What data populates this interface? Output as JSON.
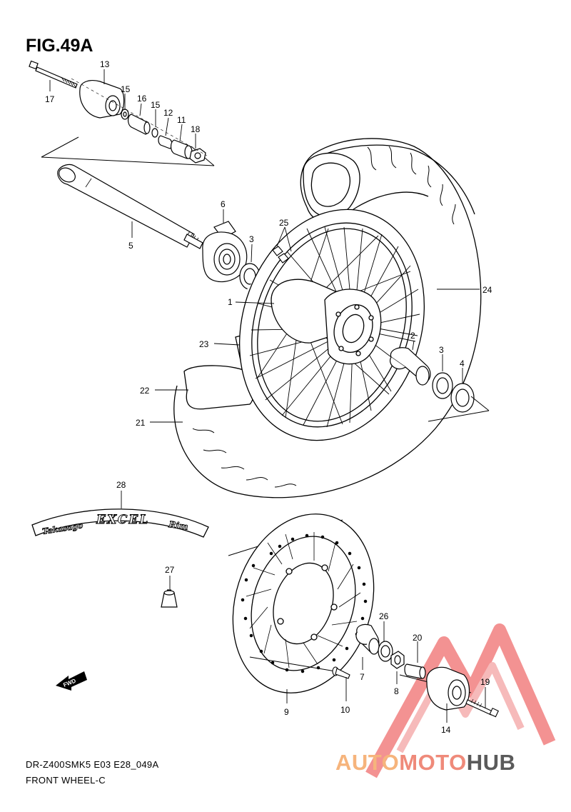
{
  "figure": {
    "title": "FIG.49A",
    "model_code": "DR-Z400SMK5 E03 E28_049A",
    "name": "FRONT WHEEL-C"
  },
  "callouts": [
    "1",
    "2",
    "3",
    "3",
    "4",
    "5",
    "6",
    "7",
    "8",
    "9",
    "10",
    "11",
    "12",
    "13",
    "14",
    "15",
    "15",
    "16",
    "17",
    "18",
    "19",
    "20",
    "21",
    "22",
    "23",
    "24",
    "25",
    "26",
    "27",
    "28"
  ],
  "rim_sticker": {
    "brand_script": "Takasago",
    "model": "EXCEL",
    "suffix": "Rim"
  },
  "direction_badge": "FWD",
  "watermark": {
    "part1": "AUTO",
    "part2": "MOTO",
    "part3": "HUB",
    "colors": {
      "auto": "#f6b47c",
      "moto": "#ef8a7a",
      "hub": "#5a5a5a",
      "triangle": "#ef6e6e"
    }
  }
}
